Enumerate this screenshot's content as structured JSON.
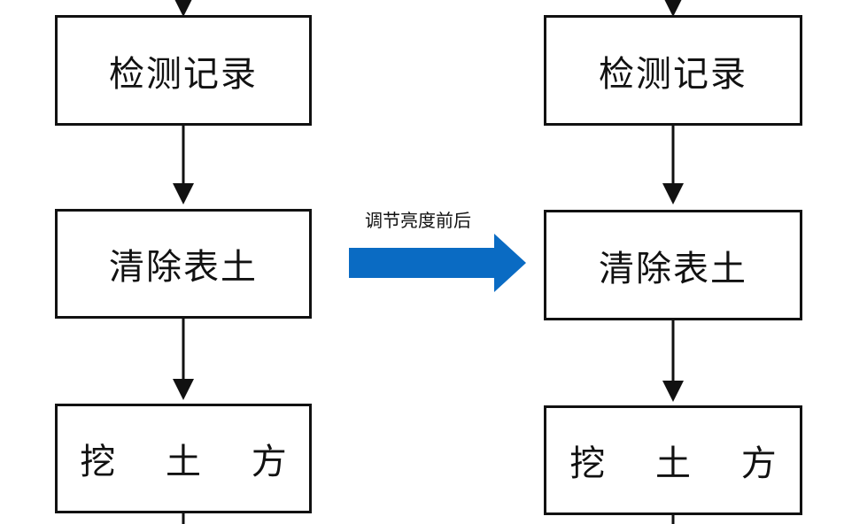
{
  "left_column": {
    "step1": "检测记录",
    "step2": "清除表土",
    "step3": "挖 土 方"
  },
  "right_column": {
    "step1": "检测记录",
    "step2": "清除表土",
    "step3": "挖 土 方"
  },
  "transition": {
    "caption": "调节亮度前后",
    "arrow_color": "#0a6bc3"
  }
}
